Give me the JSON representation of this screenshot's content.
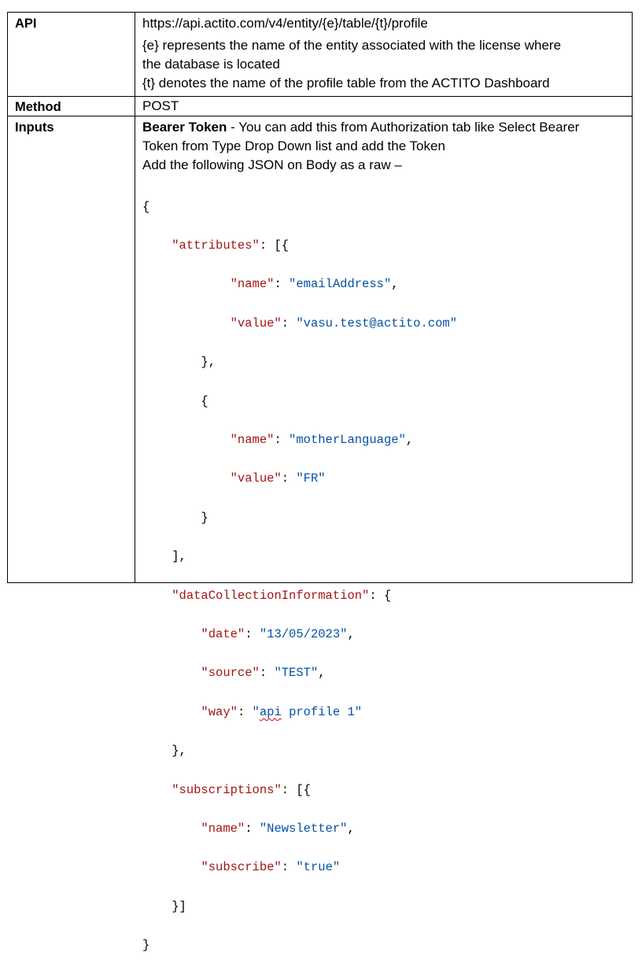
{
  "rows": {
    "api": {
      "label": "API",
      "url": "https://api.actito.com/v4/entity/{e}/table/{t}/profile",
      "desc1": "{e} represents the name of the entity associated with the license where",
      "desc2": "the database is located",
      "desc3": "{t} denotes the name of the profile table from the ACTITO Dashboard"
    },
    "method": {
      "label": "Method",
      "value": "POST"
    },
    "inputs": {
      "label": "Inputs",
      "token_bold": "Bearer Token",
      "token_rest": " - You can add this from Authorization tab like Select Bearer",
      "token_line2": "Token from Type Drop Down list and add the Token",
      "json_intro": "Add the following JSON on Body as a raw –"
    }
  },
  "code": {
    "open_brace": "{",
    "attributes_key": "\"attributes\"",
    "attr_open": ": [{",
    "name_key": "\"name\"",
    "email_name_val": "\"emailAddress\"",
    "value_key": "\"value\"",
    "email_value_val": "\"vasu.test@actito.com\"",
    "obj_close_comma": "},",
    "obj_open": "{",
    "lang_name_val": "\"motherLanguage\"",
    "lang_value_val": "\"FR\"",
    "obj_close": "}",
    "arr_close_comma": "],",
    "dci_key": "\"dataCollectionInformation\"",
    "dci_open": ": {",
    "date_key": "\"date\"",
    "date_val": "\"13/05/2023\"",
    "source_key": "\"source\"",
    "source_val": "\"TEST\"",
    "way_key": "\"way\"",
    "way_val_q": "\"",
    "way_val_api": "api",
    "way_val_rest": " profile 1\"",
    "subs_key": "\"subscriptions\"",
    "subs_open": ": [{",
    "news_name_val": "\"Newsletter\"",
    "subscribe_key": "\"subscribe\"",
    "subscribe_val": "\"true\"",
    "subs_close": "}]",
    "close_brace": "}",
    "colon": ": ",
    "comma": ","
  }
}
